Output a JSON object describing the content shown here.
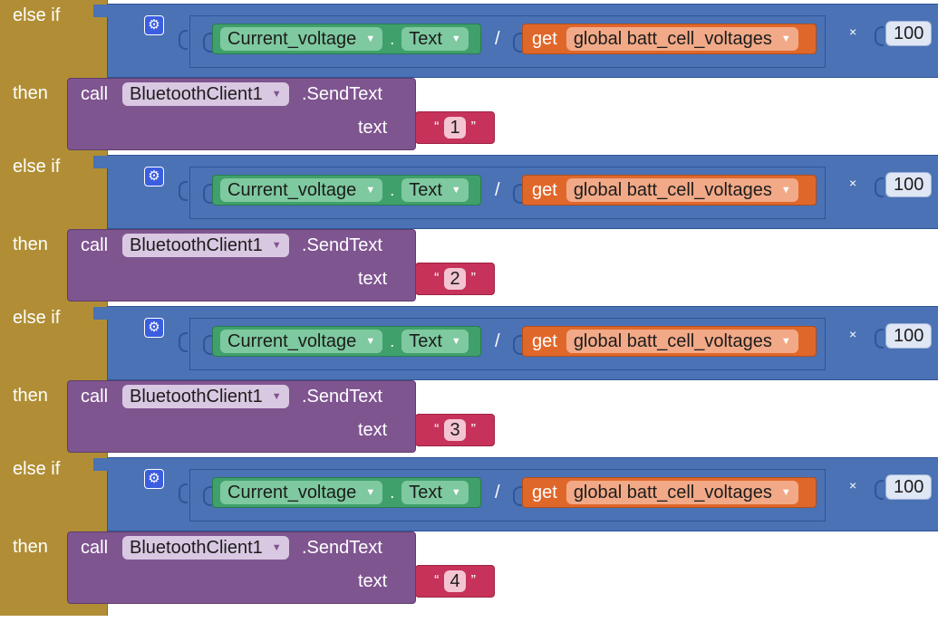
{
  "keywords": {
    "else_if": "else if",
    "then": "then",
    "call": "call",
    "text": "text"
  },
  "component": "Current_voltage",
  "property": "Text",
  "dot": ".",
  "divide_op": "/",
  "get_label": "get",
  "global_var": "global batt_cell_voltages",
  "times_op": "×",
  "multiplier": "100",
  "client": "BluetoothClient1",
  "method": ".SendText",
  "quote_open": "“",
  "quote_close": "”",
  "rows": [
    {
      "send_value": "1"
    },
    {
      "send_value": "2"
    },
    {
      "send_value": "3"
    },
    {
      "send_value": "4"
    }
  ],
  "colors": {
    "control": "#b18e35",
    "math": "#4a72b4",
    "component": "#3fa06b",
    "variable": "#e0672a",
    "procedure": "#7f5590",
    "text": "#c7325a"
  }
}
